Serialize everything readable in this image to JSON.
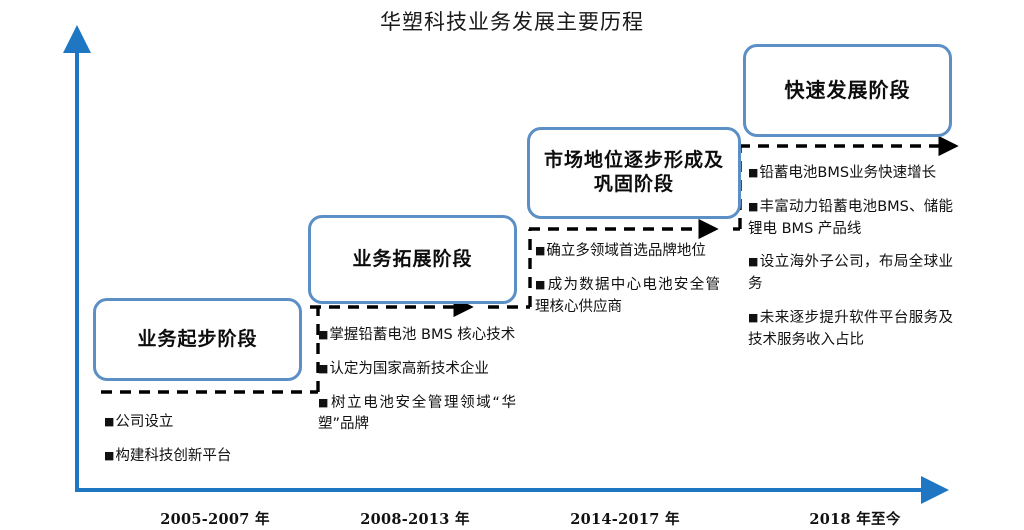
{
  "chart_data": {
    "type": "timeline",
    "title": "华塑科技业务发展主要历程",
    "xlabel": "",
    "ylabel": "",
    "grid": false,
    "legend": "none",
    "axis_color": "#1F77C4",
    "box_border_color": "#5B8FC5",
    "connector_color": "#000000",
    "categories": [
      "2005-2007 年",
      "2008-2013 年",
      "2014-2017 年",
      "2018 年至今"
    ],
    "values": [
      1,
      2,
      3,
      4
    ],
    "series": [
      {
        "name": "发展阶段",
        "values": [
          {
            "period": "2005-2007 年",
            "stage": "业务起步阶段",
            "points": [
              "公司设立",
              "构建科技创新平台"
            ]
          },
          {
            "period": "2008-2013 年",
            "stage": "业务拓展阶段",
            "points": [
              "掌握铅蓄电池 BMS 核心技术",
              "认定为国家高新技术企业",
              "树立电池安全管理领域“华塑”品牌"
            ]
          },
          {
            "period": "2014-2017 年",
            "stage": "市场地位逐步形成及巩固阶段",
            "points": [
              "确立多领域首选品牌地位",
              "成为数据中心电池安全管理核心供应商"
            ]
          },
          {
            "period": "2018 年至今",
            "stage": "快速发展阶段",
            "points": [
              "铅蓄电池BMS业务快速增长",
              "丰富动力铅蓄电池BMS、储能锂电 BMS 产品线",
              "设立海外子公司，布局全球业务",
              "未来逐步提升软件平台服务及技术服务收入占比"
            ]
          }
        ]
      }
    ]
  },
  "chart": {
    "title": "华塑科技业务发展主要历程",
    "stages": [
      {
        "label": "业务起步阶段",
        "axis": "2005-2007 年",
        "bullets": [
          "公司设立",
          "构建科技创新平台"
        ]
      },
      {
        "label": "业务拓展阶段",
        "axis": "2008-2013 年",
        "bullets": [
          "掌握铅蓄电池 BMS 核心技术",
          "认定为国家高新技术企业",
          "树立电池安全管理领域“华塑”品牌"
        ]
      },
      {
        "label": "市场地位逐步形成及巩固阶段",
        "axis": "2014-2017 年",
        "bullets": [
          "确立多领域首选品牌地位",
          "成为数据中心电池安全管理核心供应商"
        ]
      },
      {
        "label": "快速发展阶段",
        "axis": "2018 年至今",
        "bullets": [
          "铅蓄电池BMS业务快速增长",
          "丰富动力铅蓄电池BMS、储能锂电 BMS 产品线",
          "设立海外子公司，布局全球业务",
          "未来逐步提升软件平台服务及技术服务收入占比"
        ]
      }
    ],
    "bullet_marker": "■"
  }
}
